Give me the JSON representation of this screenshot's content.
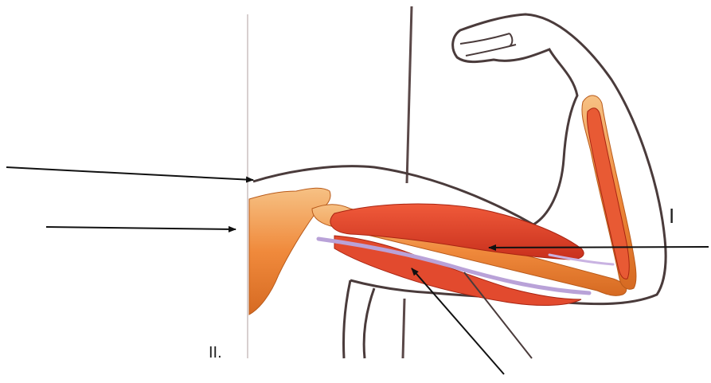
{
  "labels": {
    "roman_one": "I",
    "roman_two": "II."
  },
  "colors": {
    "muscle": "#e3442b",
    "muscle_dark": "#c8301d",
    "bone": "#f08a3c",
    "bone_light": "#f6c184",
    "ligament": "#b9a2d8",
    "outline": "#4a3b3b",
    "pointer": "#111111"
  },
  "figure": {
    "subject": "arm-bones-and-muscles",
    "pointer_arrows": 4
  }
}
